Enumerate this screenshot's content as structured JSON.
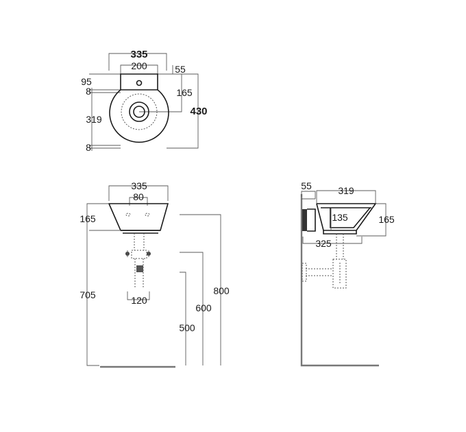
{
  "top_view": {
    "width": "335",
    "tap_platform_width": "200",
    "offset_right": "55",
    "back_depth": "95",
    "gap_top": "8",
    "bowl_depth": "319",
    "gap_bottom": "8",
    "center_distance": "165",
    "total_depth": "430"
  },
  "front_view": {
    "width": "335",
    "hole_spacing": "80",
    "height": "165",
    "floor_to_bowl_bottom": "705",
    "trap_width": "120",
    "level_500": "500",
    "level_600": "600",
    "level_800": "800"
  },
  "side_view": {
    "wall_offset": "55",
    "top_width": "319",
    "inner_depth": "135",
    "height": "165",
    "base_width": "325"
  }
}
